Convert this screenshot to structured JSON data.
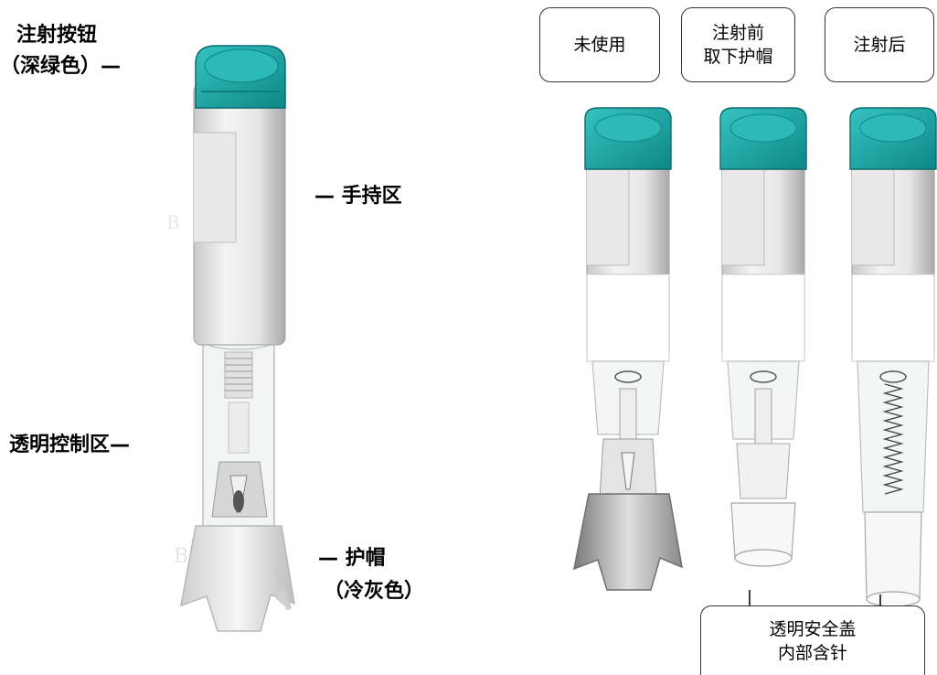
{
  "left_labels": {
    "button_line1": "注射按钮",
    "button_line2": "（深绿色）—",
    "grip": "— 手持区",
    "window": "透明控制区—",
    "cap_line1": "— 护帽",
    "cap_line2": "（冷灰色）"
  },
  "state_boxes": [
    {
      "lines": [
        "未使用"
      ]
    },
    {
      "lines": [
        "注射前",
        "取下护帽"
      ]
    },
    {
      "lines": [
        "注射后"
      ]
    }
  ],
  "bottom_box": {
    "lines": [
      "透明安全盖",
      "内部含针"
    ]
  },
  "watermark": "B",
  "colors": {
    "button_teal": "#1aa6a6",
    "button_teal_dark": "#0e7f80",
    "body_grey": "#d9d9d9",
    "cap_grey": "#e8e8e8"
  }
}
